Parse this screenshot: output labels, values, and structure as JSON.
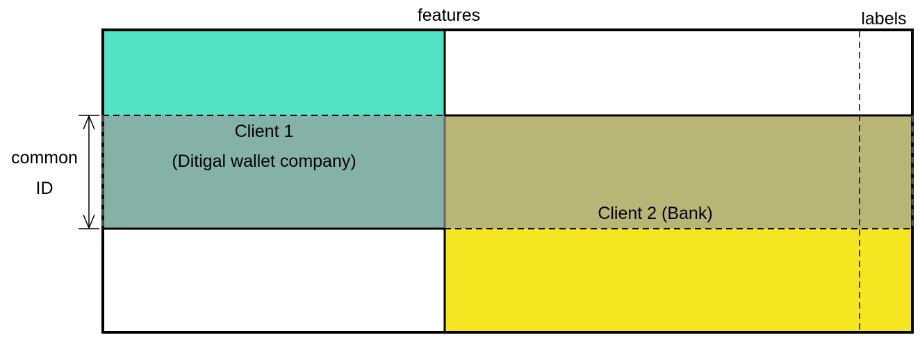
{
  "diagram": {
    "top_label": "features",
    "right_label": "labels",
    "left_label_line1": "common",
    "left_label_line2": "ID",
    "client1_line1": "Client 1",
    "client1_line2": "(Ditigal wallet company)",
    "client2_label": "Client 2 (Bank)"
  },
  "colors": {
    "client1_only": "#52e3c4",
    "client1_overlap": "#84b2a8",
    "client2_overlap": "#b9b576",
    "client2_only": "#f6e521",
    "border": "#000000",
    "background": "#ffffff"
  }
}
